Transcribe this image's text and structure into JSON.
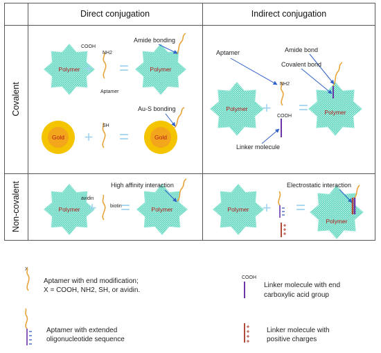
{
  "headers": {
    "direct": "Direct conjugation",
    "indirect": "Indirect conjugation"
  },
  "rows": {
    "covalent": "Covalent",
    "noncovalent": "Non-covalent"
  },
  "particles": {
    "polymer": "Polymer",
    "gold": "Gold"
  },
  "symbols": {
    "plus": "+",
    "equals": "="
  },
  "groups": {
    "cooh": "COOH",
    "nh2": "NH2",
    "sh": "SH",
    "avidin": "avidin",
    "biotin": "biotin"
  },
  "labels": {
    "aptamer": "Aptamer",
    "amide_bonding": "Amide bonding",
    "au_s_bonding": "Au-S bonding",
    "amide_bond": "Amide bond",
    "covalent_bond": "Covalent bond",
    "linker_molecule": "Linker molecule",
    "high_affinity": "High affinity  interaction",
    "electrostatic": "Electrostatic interaction"
  },
  "legend": {
    "item1_marker": "X",
    "item1_line1": "Aptamer with end modification;",
    "item1_line2": "X = COOH, NH2, SH, or avidin.",
    "item2_line1": "Aptamer with extended",
    "item2_line2": "oligonucleotide sequence",
    "item3_marker": "COOH",
    "item3_line1": "Linker molecule with end",
    "item3_line2": "carboxylic acid group",
    "item4_line1": "Linker molecule with",
    "item4_line2": "positive charges"
  },
  "colors": {
    "polymer_fill": "#4fd1b8",
    "polymer_dots": "#e6fbf6",
    "gold_outer": "#f5c400",
    "gold_inner": "#f3a51c",
    "operator": "#9fd3ee",
    "aptamer": "#e8a43a",
    "linker": "#6b35a8",
    "arrow": "#2f5fc9",
    "dash_blue": "#2850b8",
    "dash_red": "#b24a3a"
  }
}
